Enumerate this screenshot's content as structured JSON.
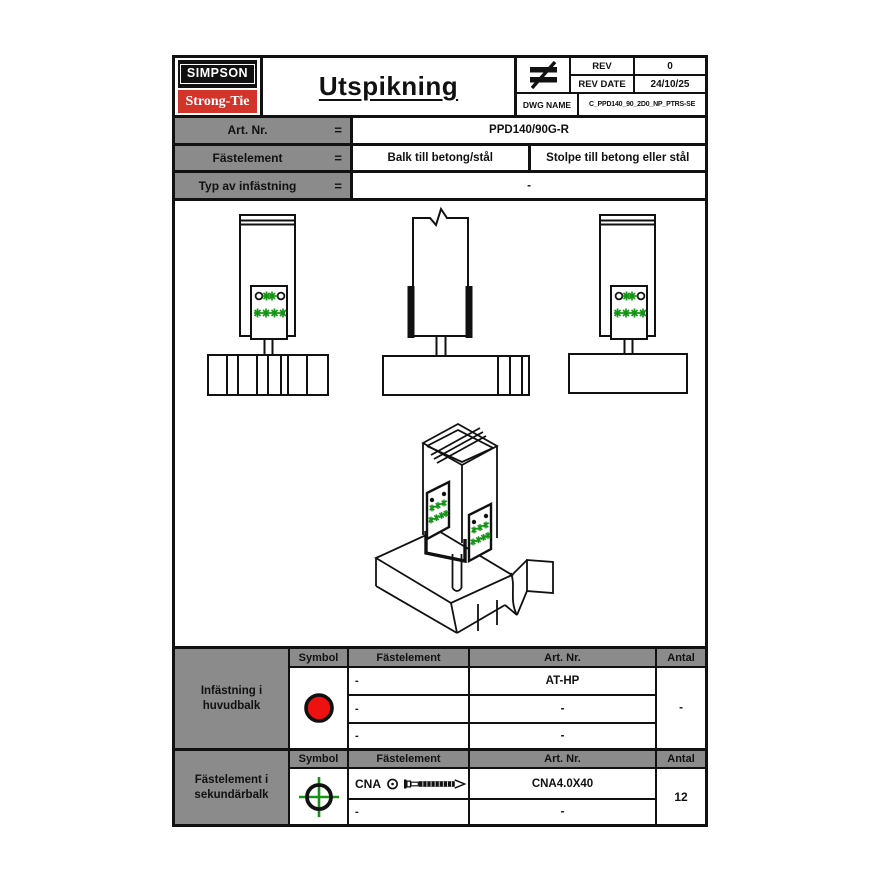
{
  "logo": {
    "top": "SIMPSON",
    "bottom": "Strong-Tie"
  },
  "title": "Utspikning",
  "title_block": {
    "projection_symbol": "first-angle-projection",
    "rev_label": "REV",
    "rev_value": "0",
    "rev_date_label": "REV DATE",
    "rev_date_value": "24/10/25",
    "dwg_label": "DWG NAME",
    "dwg_value": "C_PPD140_90_2D0_NP_PTRS-SE"
  },
  "spec_table": {
    "rows": [
      {
        "label": "Art. Nr.",
        "eq": "=",
        "values": [
          "PPD140/90G-R"
        ]
      },
      {
        "label": "Fästelement",
        "eq": "=",
        "values": [
          "Balk till betong/stål",
          "Stolpe till betong eller stål"
        ]
      },
      {
        "label": "Typ av infästning",
        "eq": "=",
        "values": [
          "-"
        ]
      }
    ]
  },
  "main_table": {
    "row_label": "Infästning i huvudbalk",
    "headers": [
      "Symbol",
      "Fästelement",
      "Art. Nr.",
      "Antal"
    ],
    "symbol": "red-filled-circle",
    "rows": [
      {
        "fastelement": "-",
        "art_nr": "AT-HP"
      },
      {
        "fastelement": "-",
        "art_nr": "-"
      },
      {
        "fastelement": "-",
        "art_nr": "-"
      }
    ],
    "antal": "-"
  },
  "secondary_table": {
    "row_label": "Fästelement i sekundärbalk",
    "headers": [
      "Symbol",
      "Fästelement",
      "Art. Nr.",
      "Antal"
    ],
    "symbol": "crosshair-circle",
    "rows": [
      {
        "fastelement": "CNA",
        "art_nr": "CNA4.0X40"
      },
      {
        "fastelement": "-",
        "art_nr": "-"
      }
    ],
    "antal": "12"
  },
  "colors": {
    "marker_green": "#149414",
    "symbol_red": "#ee1111",
    "header_gray": "#8b8b8b",
    "logo_red": "#d2342a",
    "line_black": "#111111"
  }
}
